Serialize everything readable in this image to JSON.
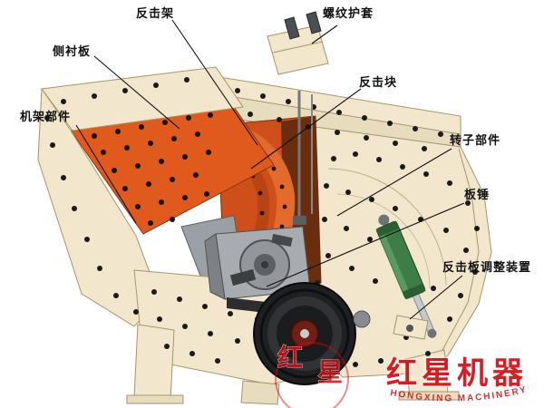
{
  "diagram": {
    "type": "impact-crusher-structure-diagram",
    "labels": [
      {
        "id": "impact-frame",
        "text": "反击架"
      },
      {
        "id": "threaded-sleeve",
        "text": "螺纹护套"
      },
      {
        "id": "side-liner-plate",
        "text": "侧衬板"
      },
      {
        "id": "impact-block",
        "text": "反击块"
      },
      {
        "id": "frame-parts",
        "text": "机架部件"
      },
      {
        "id": "rotor-parts",
        "text": "转子部件"
      },
      {
        "id": "blow-bar",
        "text": "板锤"
      },
      {
        "id": "impact-plate-adjusting-device",
        "text": "反击板调整装置"
      }
    ],
    "watermark": {
      "brand_cn": "红星机器",
      "brand_en": "HONGXING MACHINERY",
      "seal_char_1": "红",
      "seal_char_2": "星"
    },
    "colors": {
      "casing": "#f2e7cd",
      "casing_shade": "#e8dcbf",
      "casing_edge": "#a6956d",
      "liner_orange": "#e05a1e",
      "liner_edge": "#8a3510",
      "chamber_orange": "#cf4f1a",
      "chamber_shadow": "#5e2a0e",
      "plate_light": "#e26a2c",
      "plate_dark": "#b84414",
      "rotor_gray": "#a8acb0",
      "steel_dark": "#4e5256",
      "wheel_dark": "#1e2022",
      "hub_red": "#6f1f13",
      "cylinder_green": "#3f7d46",
      "brand_red": "#d40b12"
    }
  }
}
